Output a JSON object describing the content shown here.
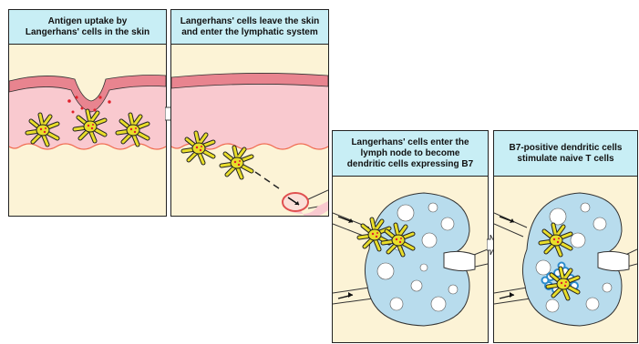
{
  "colors": {
    "title_bg": "#c8eef5",
    "skin_pink": "#f9c9cf",
    "skin_band": "#e8848f",
    "tissue": "#fcf3d6",
    "wave_line": "#f06a50",
    "node_fill": "#b8dced",
    "cell_yellow": "#e9de2a",
    "tcell_blue": "#2b8ccd",
    "antigen_red": "#e0202a"
  },
  "panels": [
    {
      "title": "Antigen uptake by\nLangerhans' cells in the skin"
    },
    {
      "title": "Langerhans' cells leave the skin\nand enter the lymphatic system"
    },
    {
      "title": "Langerhans' cells enter the\nlymph node to become\ndendritic cells expressing B7"
    },
    {
      "title": "B7-positive dendritic cells\nstimulate naive T cells"
    }
  ],
  "icons": {
    "dendritic_cell": "dendritic-cell-icon",
    "tcell": "tcell-icon",
    "arrow": "arrow-icon"
  }
}
